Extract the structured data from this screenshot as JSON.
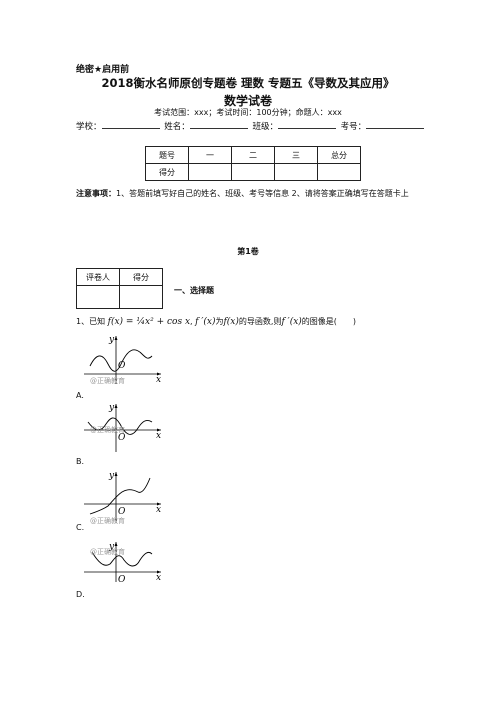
{
  "header": {
    "secret": "绝密★启用前",
    "title": "2018衡水名师原创专题卷 理数 专题五《导数及其应用》",
    "subtitle": "数学试卷",
    "exam_info": "考试范围：xxx；考试时间：100分钟；命题人：xxx",
    "student": {
      "school_label": "学校：",
      "name_label": "姓名：",
      "class_label": "班级：",
      "id_label": "考号："
    }
  },
  "score_table": {
    "headers": [
      "题号",
      "一",
      "二",
      "三",
      "总分"
    ],
    "row_label": "得分"
  },
  "notice": {
    "label": "注意事项：",
    "text": "1、答题前填写好自己的姓名、班级、考号等信息 2、请将答案正确填写在答题卡上"
  },
  "volume_title": "第1卷",
  "grader_table": {
    "headers": [
      "评卷人",
      "得分"
    ]
  },
  "section_title": "一、选择题",
  "question1": {
    "prefix": "1、已知",
    "formula": "f(x) = ¼x² + cos x",
    "comma": ",",
    "deriv": "f ′(x)",
    "mid": "为",
    "fx": "f(x)",
    "mid2": "的导函数,则",
    "deriv2": "f ′(x)",
    "suffix": "的图像是(　　)"
  },
  "options": [
    {
      "label": "A."
    },
    {
      "label": "B."
    },
    {
      "label": "C."
    },
    {
      "label": "D."
    }
  ],
  "graph_labels": {
    "y": "y",
    "x": "x",
    "origin": "O",
    "watermark": "@正确教育"
  }
}
